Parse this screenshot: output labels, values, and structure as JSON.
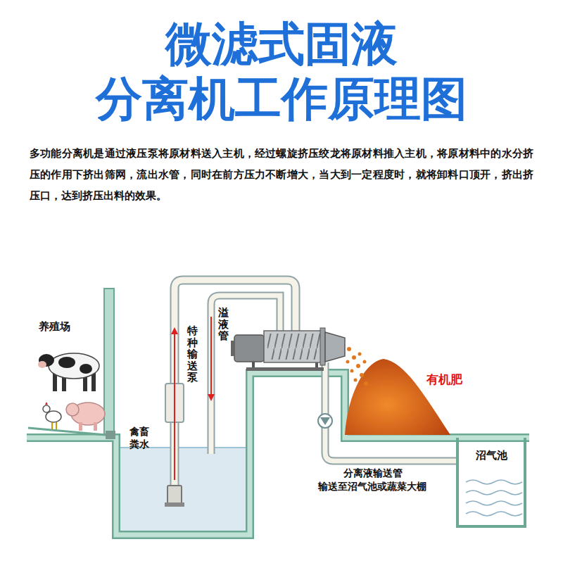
{
  "diagram": {
    "title": "微滤式固液 分离机工作原理图",
    "caption": "多功能分离机是通过液压泵将原材料送入主机，经过螺旋挤压绞龙将原材料推入主机，将原材料中的水分挤压的作用下挤出筛网，流出水管，同时在前方压力不断增大，当大到一定程度时，就将卸料口顶开，挤出挤压口，达到挤压出料的效果。",
    "nodes": [
      {
        "text": [
          "沼气池"
        ]
      }
    ],
    "labels": [
      "养殖场",
      "特种输送泵",
      "溢液管",
      "禽畜 粪水",
      "有机肥",
      "分离液输送管",
      "输送至沼气池或蔬菜大棚"
    ]
  }
}
